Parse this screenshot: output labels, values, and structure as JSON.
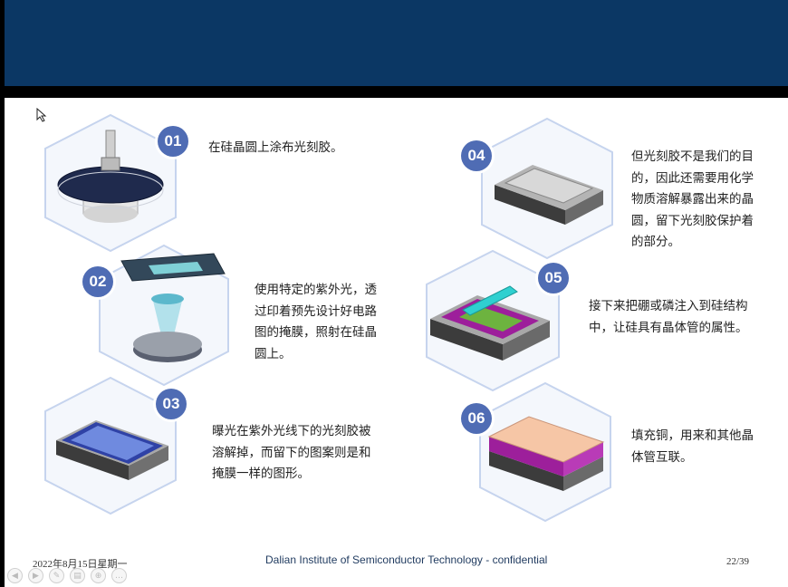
{
  "slide": {
    "steps": [
      {
        "number": "01",
        "text": "在硅晶圆上涂布光刻胶。"
      },
      {
        "number": "02",
        "text": "使用特定的紫外光，透\n过印着预先设计好电路\n图的掩膜，照射在硅晶\n圆上。"
      },
      {
        "number": "03",
        "text": "曝光在紫外光线下的光刻胶被\n溶解掉，而留下的图案则是和\n掩膜一样的图形。"
      },
      {
        "number": "04",
        "text": "但光刻胶不是我们的目\n的，因此还需要用化学\n物质溶解暴露出来的晶\n圆，留下光刻胶保护着\n的部分。"
      },
      {
        "number": "05",
        "text": "接下来把硼或磷注入到硅结构\n中，让硅具有晶体管的属性。"
      },
      {
        "number": "06",
        "text": "填充铜，用来和其他晶\n体管互联。"
      }
    ]
  },
  "footer": {
    "date": "2022年8月15日星期一",
    "center": "Dalian Institute of Semiconductor Technology - confidential",
    "page": "22/39"
  },
  "toolbar": {
    "buttons": [
      "prev-icon",
      "next-icon",
      "pen-icon",
      "menu-icon",
      "zoom-icon",
      "more-icon"
    ]
  },
  "colors": {
    "header": "#0b3764",
    "badge": "#4f6cb4",
    "hex_border": "#c6d4ee"
  }
}
